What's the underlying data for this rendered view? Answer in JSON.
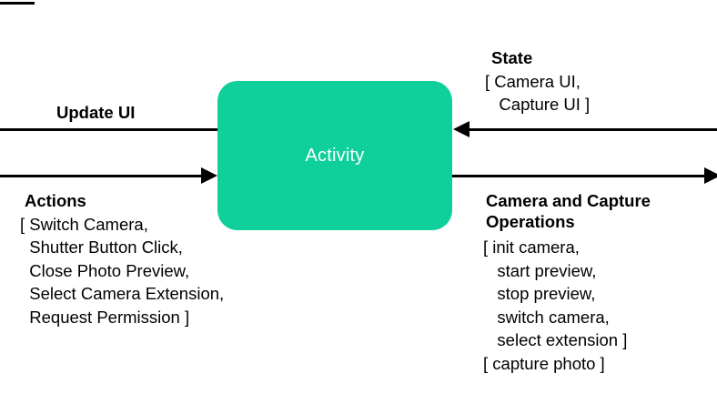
{
  "diagram": {
    "title_mark": "",
    "node": {
      "label": "Activity",
      "fill_color": "#0fd09b",
      "text_color": "#ffffff"
    },
    "flows": {
      "update_ui": {
        "label": "Update UI",
        "direction": "out-left"
      },
      "actions": {
        "heading": "Actions",
        "items": [
          "[ Switch Camera,",
          "  Shutter Button Click,",
          "  Close Photo Preview,",
          "  Select Camera Extension,",
          "  Request Permission ]"
        ],
        "direction": "in-from-left"
      },
      "state": {
        "heading": "State",
        "items": [
          "[ Camera UI,",
          "   Capture UI ]"
        ],
        "direction": "in-from-right"
      },
      "camera_operations": {
        "heading_line1": "Camera and Capture",
        "heading_line2": "Operations",
        "items": [
          "[ init camera,",
          "   start preview,",
          "   stop preview,",
          "   switch camera,",
          "   select extension ]",
          "[ capture photo ]"
        ],
        "direction": "out-right"
      }
    }
  }
}
